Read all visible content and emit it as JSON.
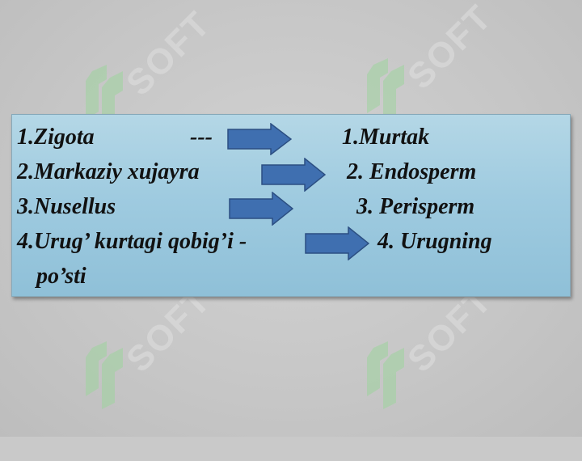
{
  "watermark": {
    "text": "SOFT",
    "color": "#e2e2e2",
    "mark_color": "#9ed49e"
  },
  "panel": {
    "bg_top": "#b4d7e6",
    "bg_bottom": "#8fc0d8",
    "arrow_color": "#3f6fb0"
  },
  "rows": [
    {
      "left": "1.Zigota",
      "dashes": "---",
      "right": "1.Murtak"
    },
    {
      "left": "2.Markaziy xujayra",
      "right": "2. Endosperm"
    },
    {
      "left": "3.Nusellus",
      "right": "3. Perisperm"
    },
    {
      "left": "4.Urug’ kurtagi qobig’i -",
      "right": "4. Urugning",
      "continuation": "po’sti"
    }
  ]
}
